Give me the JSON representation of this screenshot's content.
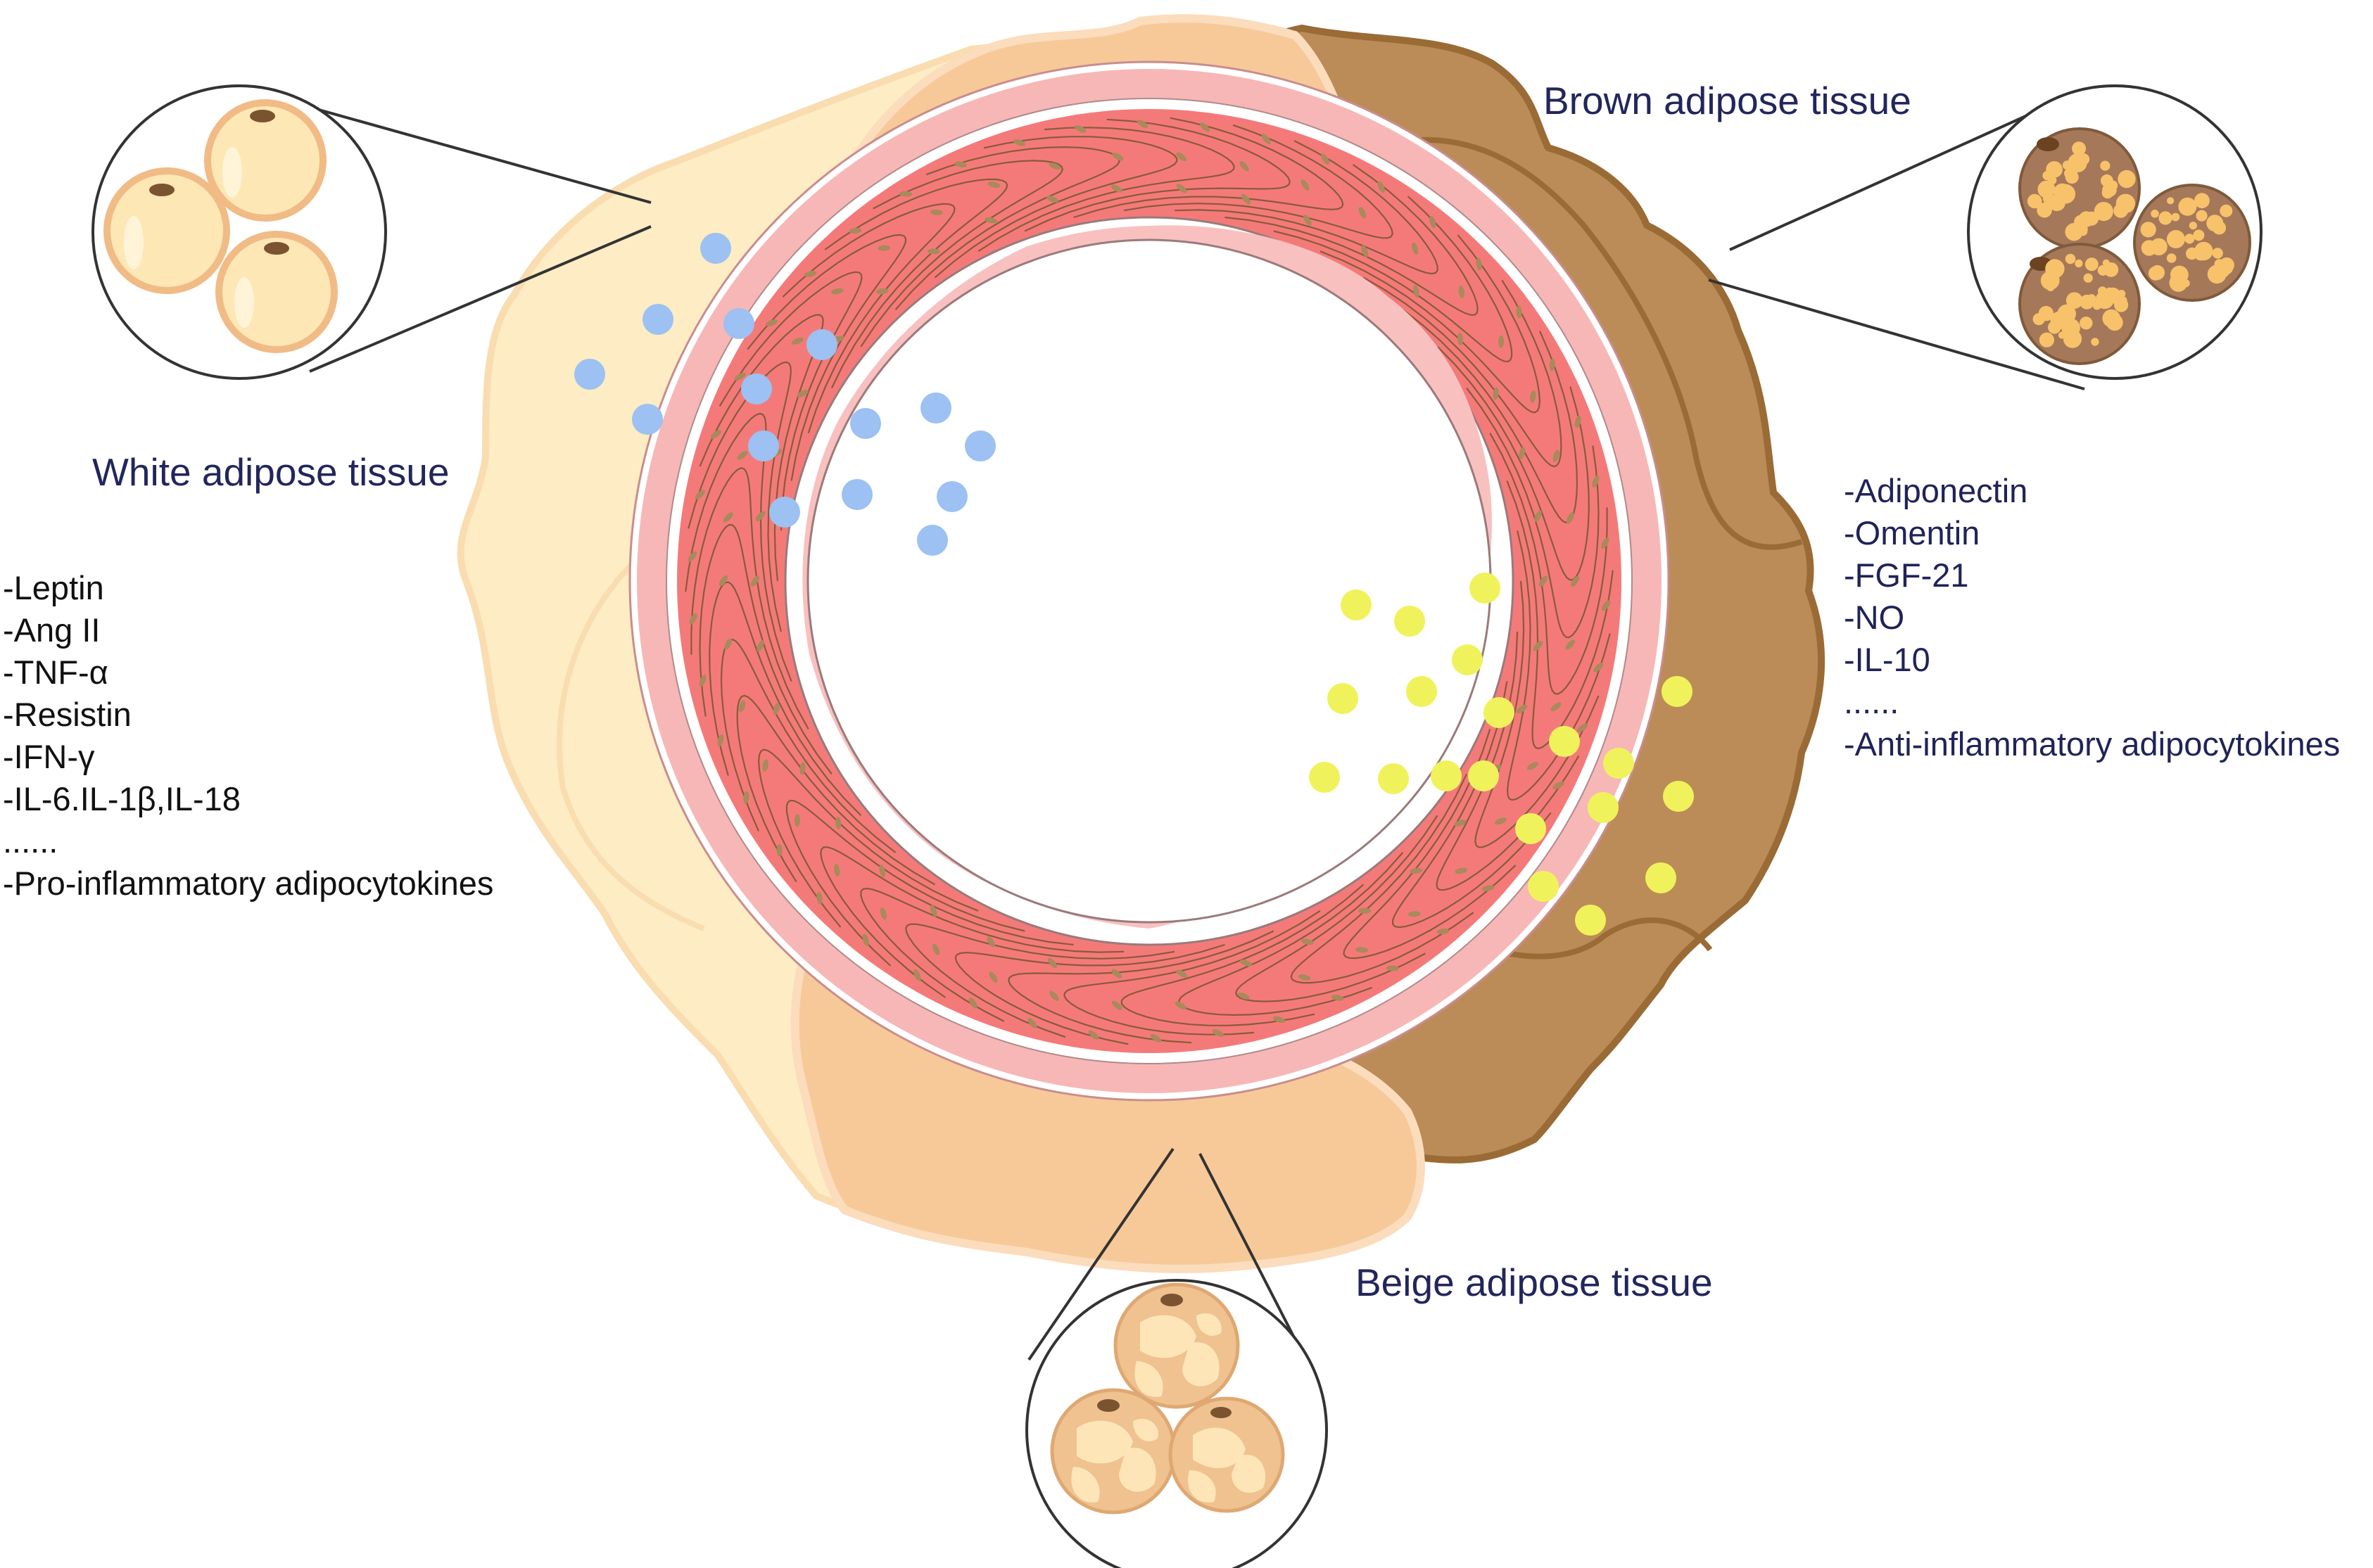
{
  "labels": {
    "white": "White adipose tissue",
    "brown": "Brown adipose tissue",
    "beige": "Beige adipose tissue"
  },
  "pro_inflammatory": [
    "-Leptin",
    "-Ang II",
    "-TNF-α",
    "-Resistin",
    "-IFN-γ",
    "-IL-6.IL-1β,IL-18",
    "......",
    "-Pro-inflammatory adipocytokines"
  ],
  "anti_inflammatory": [
    "-Adiponectin",
    "-Omentin",
    "-FGF-21",
    "-NO",
    "-IL-10",
    "......",
    "-Anti-inflammatory adipocytokines"
  ],
  "colors": {
    "white_fat": "#fdecc4",
    "beige_fat": "#f7c999",
    "brown_fat": "#bb8c57",
    "brown_outline": "#9a6b35",
    "adventitia": "#f7b7b7",
    "media": "#f47a7a",
    "intima": "#f9c0c0",
    "pro_particles": "#9cc1f2",
    "anti_particles": "#f0f25c",
    "label_text": "#22265c"
  },
  "icons": [
    "white-adipocyte-icon",
    "brown-adipocyte-icon",
    "beige-adipocyte-icon",
    "pro-inflammatory-particle-icon",
    "anti-inflammatory-particle-icon"
  ]
}
